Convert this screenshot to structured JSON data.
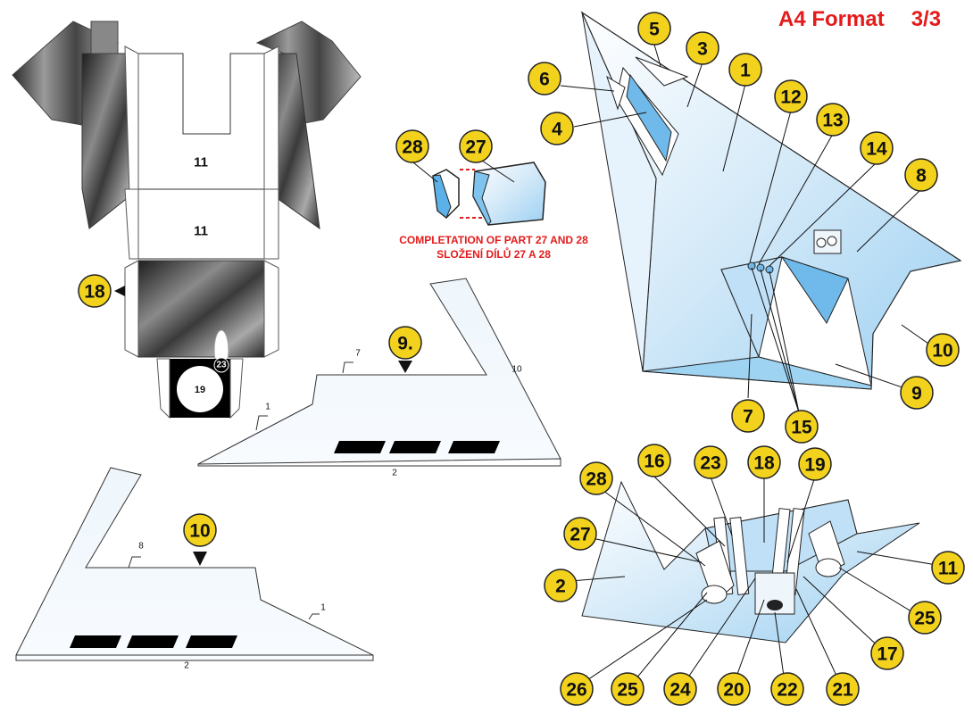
{
  "header": {
    "title": "A4 Format",
    "page": "3/3"
  },
  "note": {
    "line1": "COMPLETATION OF PART 27 AND 28",
    "line2": "SLOŽENÍ DÍLŮ 27 A 28"
  },
  "part_labels": {
    "p11a": "11",
    "p11b": "11",
    "p19": "19",
    "p23": "23",
    "p7": "7",
    "p10_edge": "10",
    "p1_a": "1",
    "p2_a": "2",
    "p8": "8",
    "p1_b": "1",
    "p2_b": "2"
  },
  "badges": [
    "5",
    "3",
    "1",
    "6",
    "4",
    "12",
    "13",
    "14",
    "8",
    "10",
    "9",
    "7",
    "15",
    "28",
    "27",
    "18",
    "9.",
    "10",
    "16",
    "23",
    "18",
    "19",
    "28",
    "27",
    "2",
    "11",
    "25",
    "17",
    "26",
    "25",
    "24",
    "20",
    "22",
    "21"
  ],
  "colors": {
    "badge": "#f2d21c",
    "accent": "#e41b1b",
    "part_fill": "#dbeefa",
    "part_blue": "#7fc4ef"
  }
}
